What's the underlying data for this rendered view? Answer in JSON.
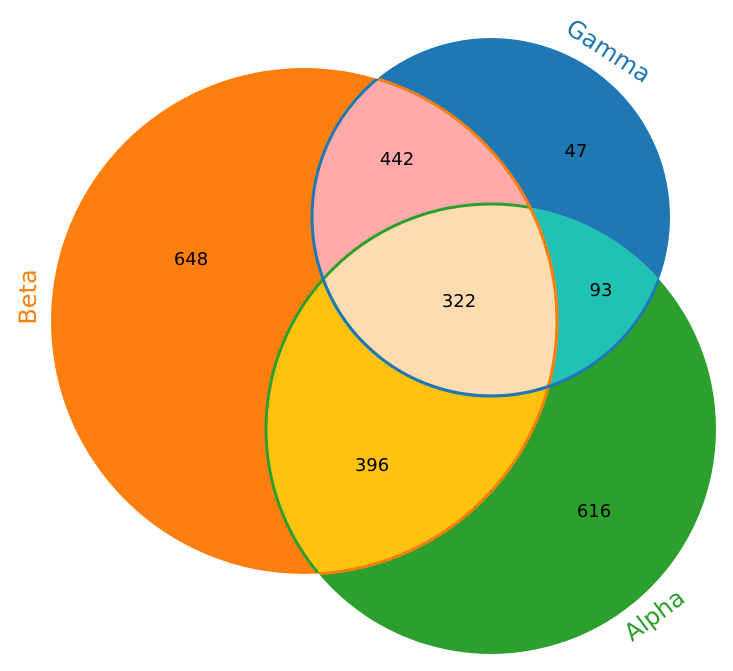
{
  "diagram": {
    "type": "venn3",
    "sets": [
      {
        "key": "alpha",
        "label": "Alpha",
        "color": "#2ca02c"
      },
      {
        "key": "beta",
        "label": "Beta",
        "color": "#ff7f0e"
      },
      {
        "key": "gamma",
        "label": "Gamma",
        "color": "#1f77b4"
      }
    ],
    "regions": {
      "beta_only": {
        "value": "648",
        "color": "#ff7f0e"
      },
      "gamma_only": {
        "value": "47",
        "color": "#1f77b4"
      },
      "alpha_only": {
        "value": "616",
        "color": "#2ca02c"
      },
      "beta_gamma": {
        "value": "442",
        "color": "#ffaaaa"
      },
      "alpha_beta": {
        "value": "396",
        "color": "#ffc20e"
      },
      "alpha_gamma": {
        "value": "93",
        "color": "#20c2b4"
      },
      "alpha_beta_gamma": {
        "value": "322",
        "color": "#ffdcaf"
      }
    }
  }
}
